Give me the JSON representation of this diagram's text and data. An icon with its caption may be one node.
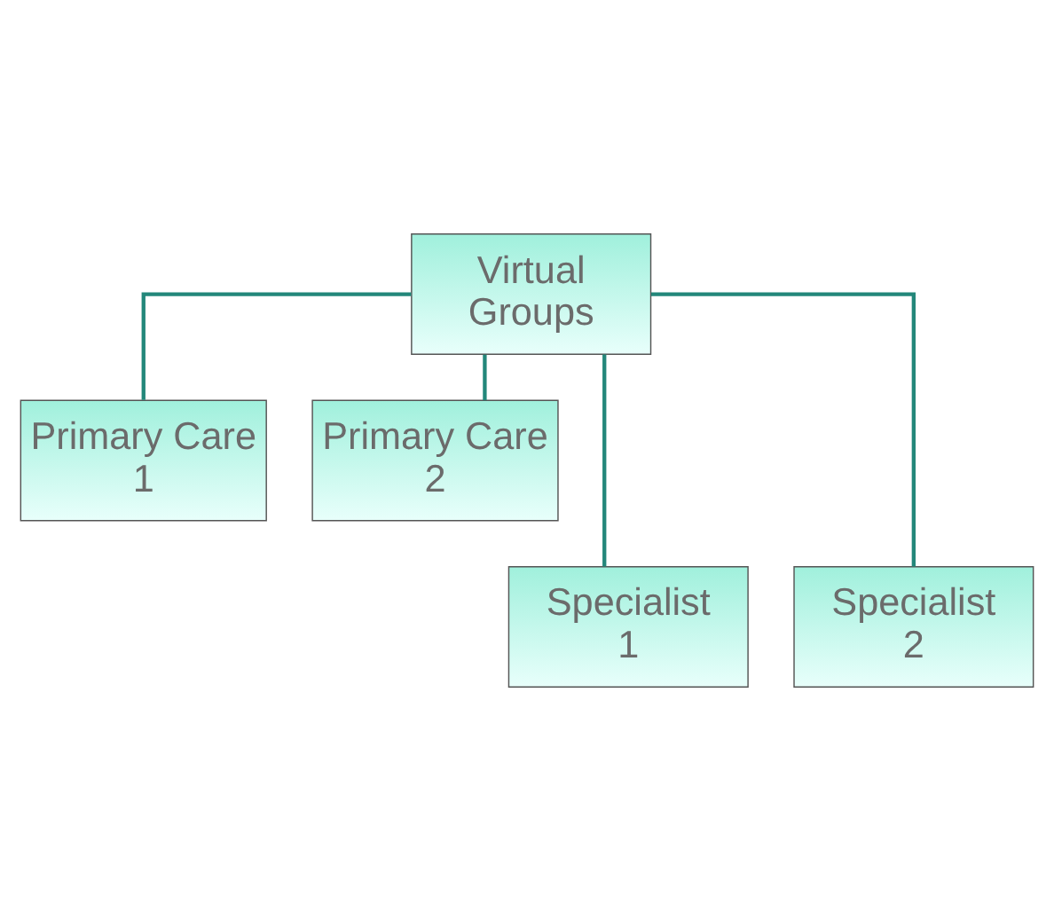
{
  "diagram": {
    "nodes": [
      {
        "text": [
          "Virtual Groups"
        ]
      },
      {
        "text": [
          "Primary Care 1"
        ]
      },
      {
        "text": [
          "Primary Care 2"
        ]
      },
      {
        "text": [
          "Specialist 1"
        ]
      },
      {
        "text": [
          "Specialist 2"
        ]
      }
    ],
    "edges": [
      {
        "from": 0,
        "to": 1,
        "arrow": "none"
      },
      {
        "from": 0,
        "to": 2,
        "arrow": "none"
      },
      {
        "from": 0,
        "to": 3,
        "arrow": "none"
      },
      {
        "from": 0,
        "to": 4,
        "arrow": "none"
      }
    ]
  }
}
